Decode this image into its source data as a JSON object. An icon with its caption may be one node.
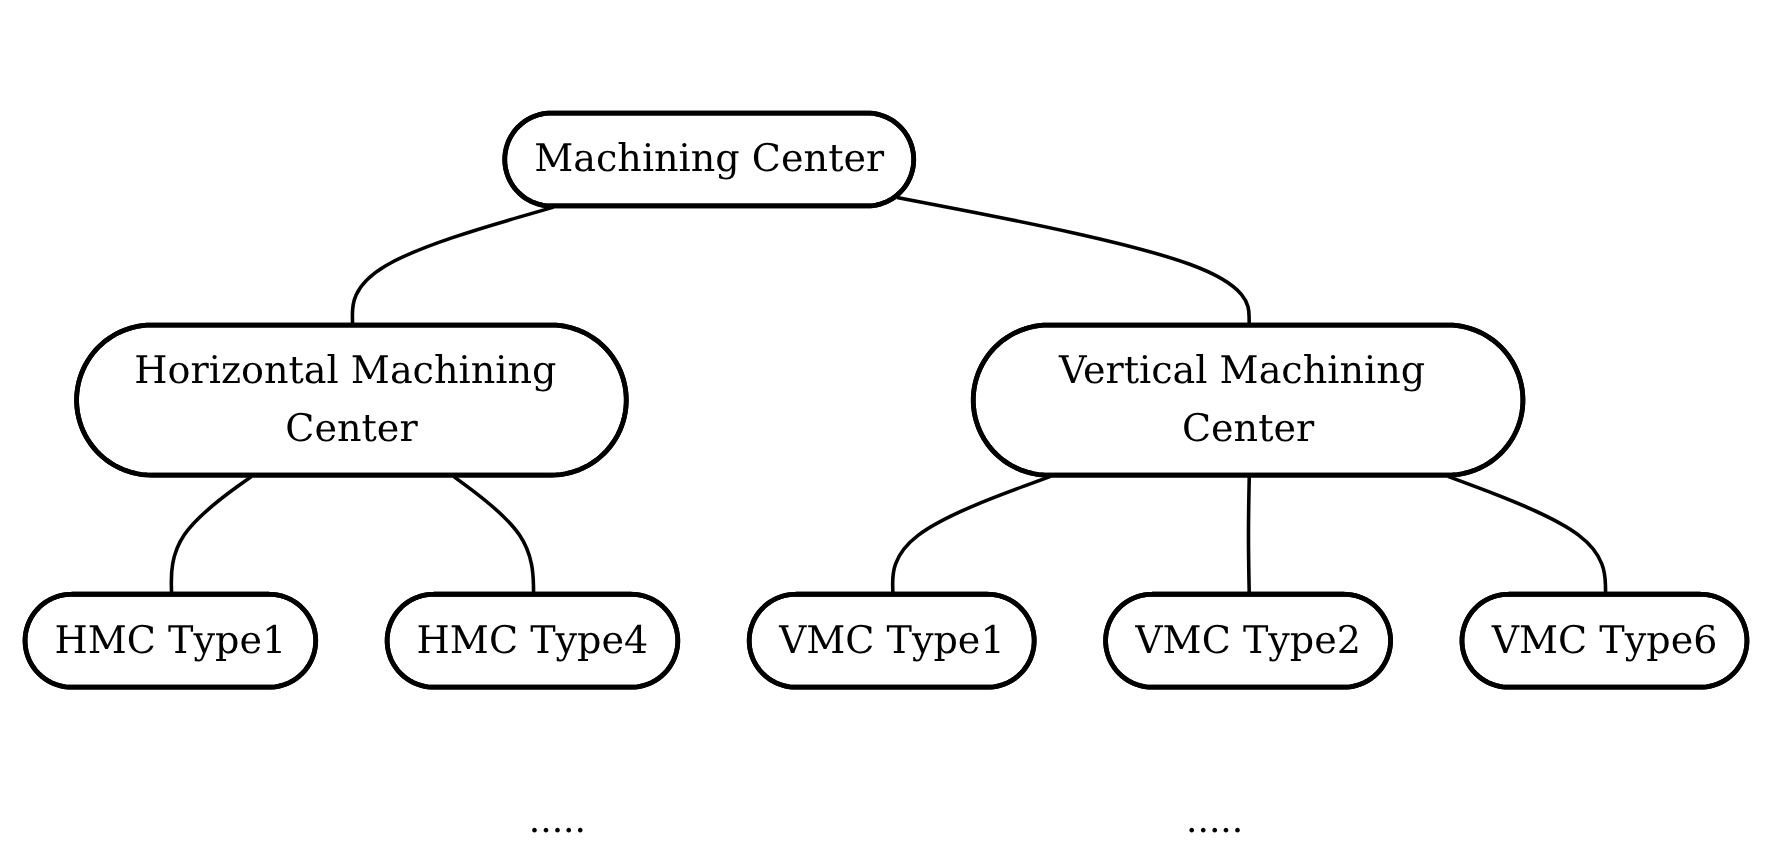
{
  "diagram": {
    "nodes": [
      {
        "text": [
          "Machining Center"
        ]
      },
      {
        "text": [
          "Horizontal Machining Center"
        ]
      },
      {
        "text": [
          "Vertical Machining Center"
        ]
      },
      {
        "text": [
          "HMC Type1"
        ]
      },
      {
        "text": [
          "HMC Type4"
        ]
      },
      {
        "text": [
          "VMC Type1"
        ]
      },
      {
        "text": [
          "VMC Type2"
        ]
      },
      {
        "text": [
          "VMC Type6"
        ]
      }
    ],
    "edges": [
      {
        "from": 0,
        "to": 1,
        "arrow": "none"
      },
      {
        "from": 0,
        "to": 2,
        "arrow": "none"
      },
      {
        "from": 1,
        "to": 3,
        "arrow": "none"
      },
      {
        "from": 1,
        "to": 4,
        "arrow": "none"
      },
      {
        "from": 2,
        "to": 5,
        "arrow": "none"
      },
      {
        "from": 2,
        "to": 6,
        "arrow": "none"
      },
      {
        "from": 2,
        "to": 7,
        "arrow": "none"
      }
    ],
    "labels": [
      ".....",
      "....."
    ]
  }
}
